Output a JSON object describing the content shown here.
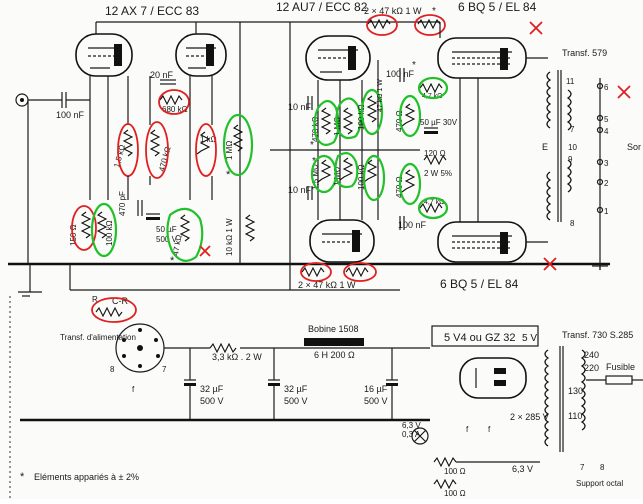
{
  "tubes": {
    "preamp": "12 AX 7 / ECC 83",
    "phase_splitter": "12 AU7 / ECC 82",
    "output_top": "6 BQ 5 / EL 84",
    "output_bottom": "6 BQ 5 / EL 84",
    "rectifier": "5 V4 ou GZ 32"
  },
  "labels": {
    "input_cap": "100 nF",
    "cap_20nf": "20 nF",
    "r_680": "680 kΩ",
    "r_1_5k": "1,5 kΩ",
    "r_470k": "470 kΩ",
    "r_1k": "1 kΩ",
    "cap_470pf": "470 pF",
    "r_150": "150 Ω",
    "r_100_left": "100 kΩ",
    "cap_50uf": "50 µF",
    "cap_50v": "500 V",
    "r_47k_left": "47 kΩ",
    "r_10k": "10 kΩ 1 W",
    "r_1meg": "1 MΩ",
    "r_47k_1w": "47 kΩ 1 W",
    "r_top_pair": "2 × 47 kΩ 1 W",
    "star": "*",
    "cap_10nf_a": "10 nF",
    "cap_10nf_b": "10 nF",
    "cap_100nf_a": "100 nF",
    "cap_100nf_b": "100 nF",
    "r_100k": "100 kΩ",
    "r_470_out": "470 Ω",
    "r_470k_b": "470 kΩ",
    "cap_50uf30": "50 µF 30V",
    "r_120": "120 Ω",
    "r_2w5": "2 W 5%",
    "r_4_7k": "4,7 kΩ",
    "r_1_5meg": "1,5 MΩ",
    "r_bottom_pair": "2 × 47 kΩ 1 W",
    "transf_579": "Transf. 579",
    "e_label": "E",
    "sortie": "Sor",
    "cr": "C-R",
    "transf_alim": "Transf. d'alimentation",
    "r_3k3": "3,3 kΩ . 2 W",
    "bobine": "Bobine 1508",
    "bobine_spec": "6 H   200 Ω",
    "cap_32_a": "32 µF",
    "cap_32_a_v": "500 V",
    "cap_32_b": "32 µF",
    "cap_32_b_v": "500 V",
    "cap_16": "16 µF",
    "cap_16_v": "500 V",
    "v_5v": "5 V",
    "transf_730": "Transf. 730 S.285",
    "v_240": "240",
    "v_220": "220",
    "v_130": "130",
    "v_110": "110",
    "fusible": "Fusible",
    "hv": "2 × 285 V",
    "lamp": "6,3 V",
    "lamp_i": "0,3 A",
    "r_100_a": "100 Ω",
    "r_100_b": "100 Ω",
    "v_6_3": "6,3 V",
    "support": "Support  octal",
    "footnote": "Eléments appariés à ± 2%",
    "footnote_star": "*",
    "pin_6": "6",
    "pin_5": "5",
    "pin_4": "4",
    "pin_3": "3",
    "pin_2": "2",
    "pin_1": "1",
    "tap_11": "11",
    "tap_10": "10",
    "tap_9": "9",
    "tap_8": "8",
    "tap_7": "7",
    "oct_8": "8",
    "oct_7": "7",
    "r_mark": "R",
    "f_mark": "f"
  }
}
